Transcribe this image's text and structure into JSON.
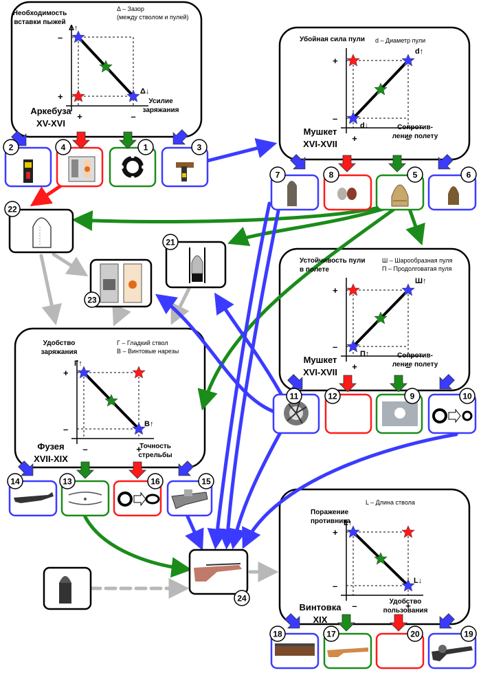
{
  "colors": {
    "blue": "#3b3bff",
    "red": "#ff1a1a",
    "green": "#1a8c1a",
    "gray": "#b8b8b8",
    "black": "#000000"
  },
  "panels": [
    {
      "id": "arquebus",
      "title_lines": [
        "Необходимость",
        "вставки пыжей"
      ],
      "legend_lines": [
        "Δ – Зазор",
        "(между стволом и пулей)"
      ],
      "y_plus": "–",
      "y_minus": "+",
      "x_left": "+",
      "x_right": "–",
      "xlabel_lines": [
        "Усилие",
        "заряжания"
      ],
      "weapon_lines": [
        "Аркебуза",
        "XV-XVI"
      ],
      "top_label": "Δ↑",
      "bottom_label": "Δ↓"
    },
    {
      "id": "musket1",
      "title_lines": [
        "Убойная сила пули"
      ],
      "legend_lines": [
        "d – Диаметр пули"
      ],
      "y_plus": "+",
      "y_minus": "–",
      "x_left": "+",
      "x_right": "–",
      "xlabel_lines": [
        "Сопротив-",
        "ление полету"
      ],
      "weapon_lines": [
        "Мушкет",
        "XVI-XVII"
      ],
      "top_label": "d↑",
      "bottom_label": "d↓"
    },
    {
      "id": "musket2",
      "title_lines": [
        "Устойчивость пули",
        "в полете"
      ],
      "legend_lines": [
        "Ш – Шарообразная пуля",
        "П – Продолговатая пуля"
      ],
      "y_plus": "+",
      "y_minus": "–",
      "x_left": "+",
      "x_right": "–",
      "xlabel_lines": [
        "Сопротив-",
        "ление полету"
      ],
      "weapon_lines": [
        "Мушкет",
        "XVI-XVII"
      ],
      "top_label": "Ш↑",
      "bottom_label": "П↑"
    },
    {
      "id": "fusee",
      "title_lines": [
        "Удобство",
        "заряжания"
      ],
      "legend_lines": [
        "Г – Гладкий ствол",
        "В – Винтовые нарезы"
      ],
      "y_plus": "+",
      "y_minus": "–",
      "x_left": "–",
      "x_right": "+",
      "xlabel_lines": [
        "Точность",
        "стрельбы"
      ],
      "weapon_lines": [
        "Фузея",
        "XVII-XIX"
      ],
      "top_label": "Г↑",
      "bottom_label": "В↑"
    },
    {
      "id": "rifle",
      "title_lines": [
        "Поражение",
        "противника"
      ],
      "legend_lines": [
        "L – Длина ствола"
      ],
      "y_plus": "+",
      "y_minus": "–",
      "x_left": "–",
      "x_right": "+",
      "xlabel_lines": [
        "Удобство",
        "пользования"
      ],
      "weapon_lines": [
        "Винтовка",
        "XIX"
      ],
      "top_label": "L↑",
      "bottom_label": "L↓"
    }
  ],
  "nodes": [
    {
      "n": "1",
      "icon": "gear-seal-icon"
    },
    {
      "n": "2",
      "icon": "cartridge-icon"
    },
    {
      "n": "3",
      "icon": "ramrod-icon"
    },
    {
      "n": "4",
      "icon": "barrel-section-icon"
    },
    {
      "n": "5",
      "icon": "conical-bullet-icon"
    },
    {
      "n": "6",
      "icon": "bullet-icon"
    },
    {
      "n": "7",
      "icon": "long-bullet-icon"
    },
    {
      "n": "8",
      "icon": "bullets-pair-icon"
    },
    {
      "n": "9",
      "icon": "rifled-barrel-icon"
    },
    {
      "n": "10",
      "icon": "ring-transform-icon"
    },
    {
      "n": "11",
      "icon": "rifling-bore-icon"
    },
    {
      "n": "12",
      "icon": "empty-icon"
    },
    {
      "n": "13",
      "icon": "spring-icon"
    },
    {
      "n": "14",
      "icon": "musket-icon"
    },
    {
      "n": "15",
      "icon": "mechanism-icon"
    },
    {
      "n": "16",
      "icon": "ring-transform-icon"
    },
    {
      "n": "17",
      "icon": "rifle-icon"
    },
    {
      "n": "18",
      "icon": "rifle-stock-icon"
    },
    {
      "n": "19",
      "icon": "machine-gun-icon"
    },
    {
      "n": "20",
      "icon": "empty-icon"
    },
    {
      "n": "21",
      "icon": "bullet-in-barrel-icon"
    },
    {
      "n": "22",
      "icon": "bullet-profile-icon"
    },
    {
      "n": "23",
      "icon": "barrel-section-icon"
    },
    {
      "n": "24",
      "icon": "rifle-icon"
    }
  ]
}
